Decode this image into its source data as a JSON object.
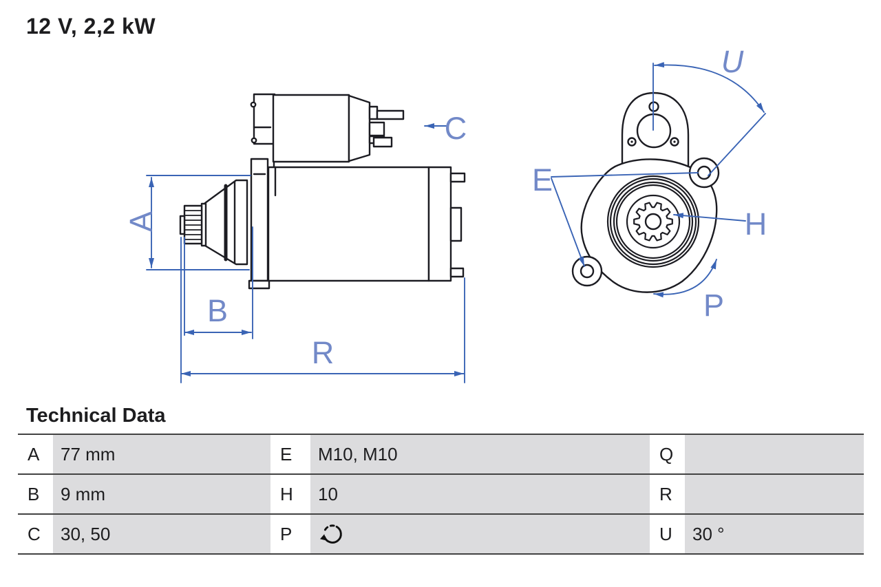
{
  "title": "12 V, 2,2 kW",
  "drawing": {
    "labels": {
      "a": "A",
      "b": "B",
      "c": "C",
      "r": "R",
      "e": "E",
      "h": "H",
      "p": "P",
      "u": "U"
    }
  },
  "table": {
    "heading": "Technical Data",
    "rows": [
      [
        {
          "key": "A",
          "value": "77 mm"
        },
        {
          "key": "E",
          "value": "M10, M10"
        },
        {
          "key": "Q",
          "value": ""
        }
      ],
      [
        {
          "key": "B",
          "value": "9 mm"
        },
        {
          "key": "H",
          "value": "10"
        },
        {
          "key": "R",
          "value": ""
        }
      ],
      [
        {
          "key": "C",
          "value": "30, 50"
        },
        {
          "key": "P",
          "value": ""
        },
        {
          "key": "U",
          "value": "30 °"
        }
      ]
    ]
  },
  "colors": {
    "dimension_blue": "#3a64b5",
    "dimension_letter_blue": "#7289c8",
    "line_dark": "#1c1c22",
    "table_value_bg": "#dcdcde",
    "rule_dark": "#424242"
  }
}
